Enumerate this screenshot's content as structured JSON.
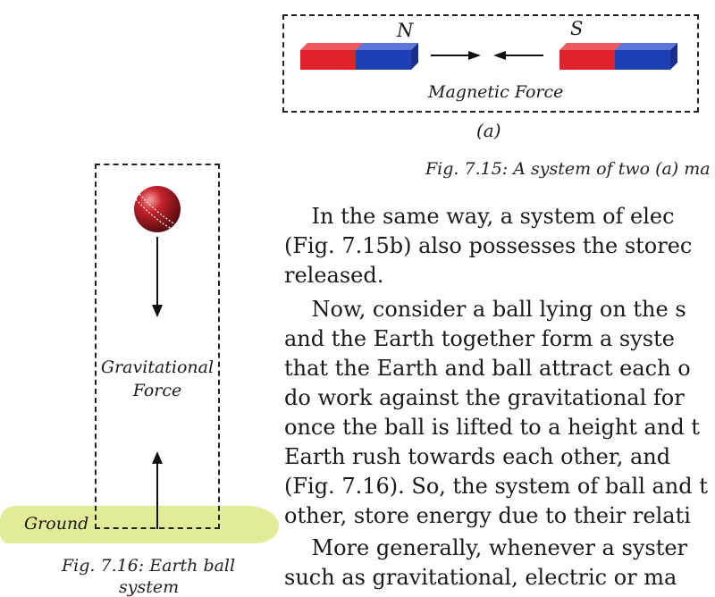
{
  "figure_a": {
    "pole_n": "N",
    "pole_s": "S",
    "caption": "Magnetic Force",
    "sub_label": "(a)",
    "colors": {
      "red_pole": "#e0222b",
      "blue_pole": "#1f3fb4"
    },
    "figure_caption": "Fig. 7.15: A system of two (a) ma"
  },
  "figure_b": {
    "force_label_line1": "Gravitational",
    "force_label_line2": "Force",
    "ground_label": "Ground",
    "figure_caption_line1": "Fig. 7.16: Earth ball",
    "figure_caption_line2": "system",
    "colors": {
      "ball": "#b8202a",
      "ground": "#dfe98d"
    }
  },
  "body": {
    "lines": [
      "    In the same way, a system of elec",
      "(Fig. 7.15b) also possesses the storec",
      "released.",
      "    Now, consider a ball lying on the s",
      "and the Earth together form a syste",
      "that the Earth and ball attract each o",
      "do work against the gravitational for",
      "once the ball is lifted to a height and t",
      "Earth rush towards each other, and",
      "(Fig. 7.16). So, the system of ball and t",
      "other, store energy due to their relati",
      "    More generally, whenever a syster",
      "such as gravitational, electric or ma"
    ]
  }
}
